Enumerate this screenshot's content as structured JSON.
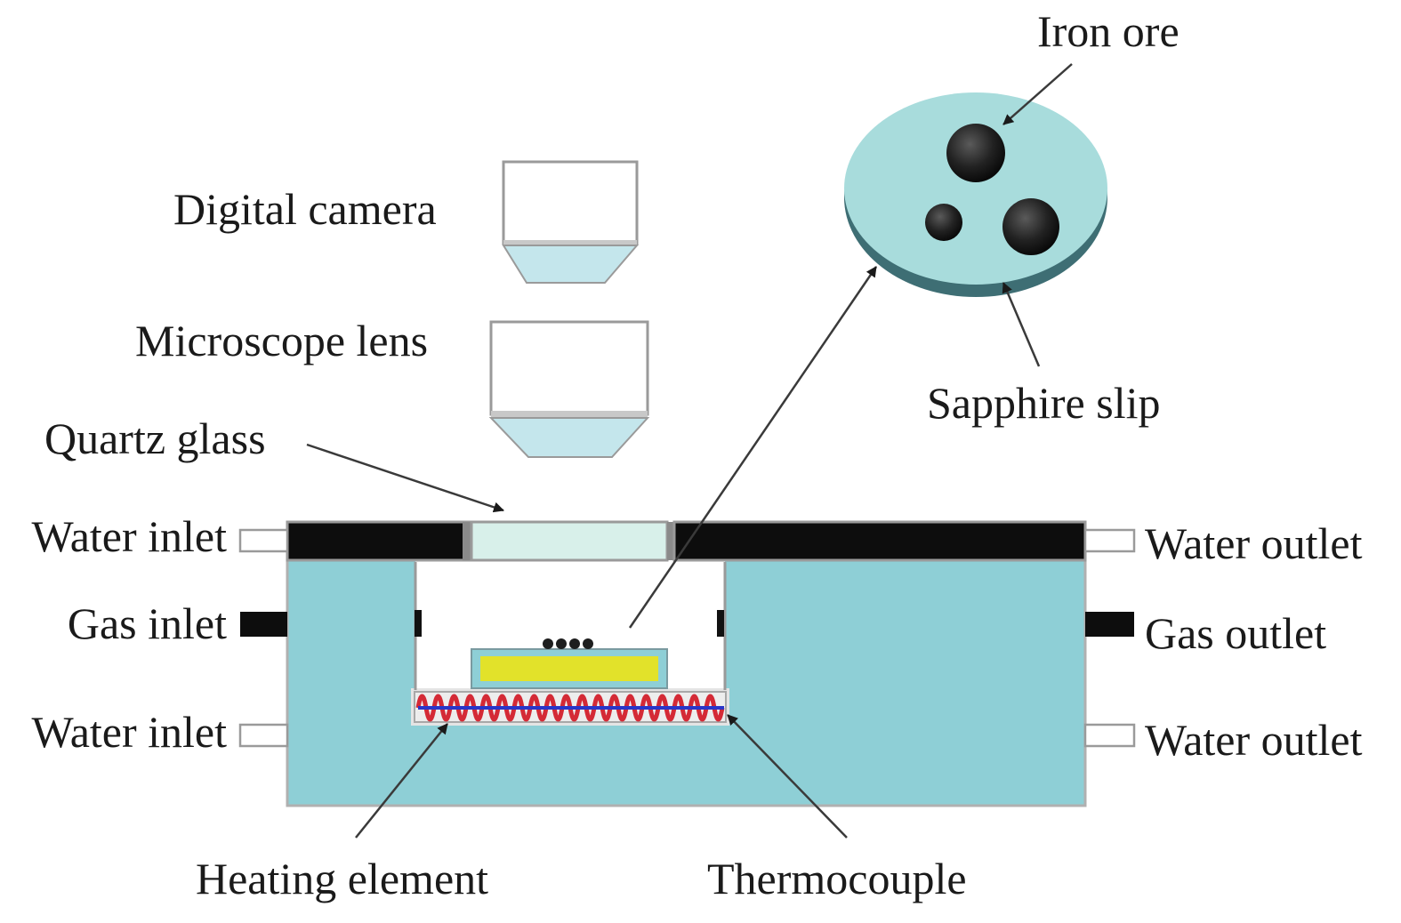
{
  "labels": {
    "iron_ore": "Iron ore",
    "digital_camera": "Digital camera",
    "microscope_lens": "Microscope lens",
    "quartz_glass": "Quartz glass",
    "sapphire_slip": "Sapphire slip",
    "water_inlet_top": "Water inlet",
    "water_outlet_top": "Water outlet",
    "gas_inlet": "Gas inlet",
    "gas_outlet": "Gas outlet",
    "water_inlet_bottom": "Water inlet",
    "water_outlet_bottom": "Water outlet",
    "heating_element": "Heating element",
    "thermocouple": "Thermocouple"
  },
  "colors": {
    "chamber": "#8ecfd6",
    "lens_glass": "#c4e6ec",
    "quartz": "#d8f0ea",
    "sapphire": "#a8dcdc",
    "sapphire_edge": "#3e6e74",
    "lid": "#0d0d0d",
    "sample": "#e2e22a",
    "heater": "#d42a36",
    "thermocouple_wire": "#2a35c8",
    "ore": "#1e1e1e"
  }
}
